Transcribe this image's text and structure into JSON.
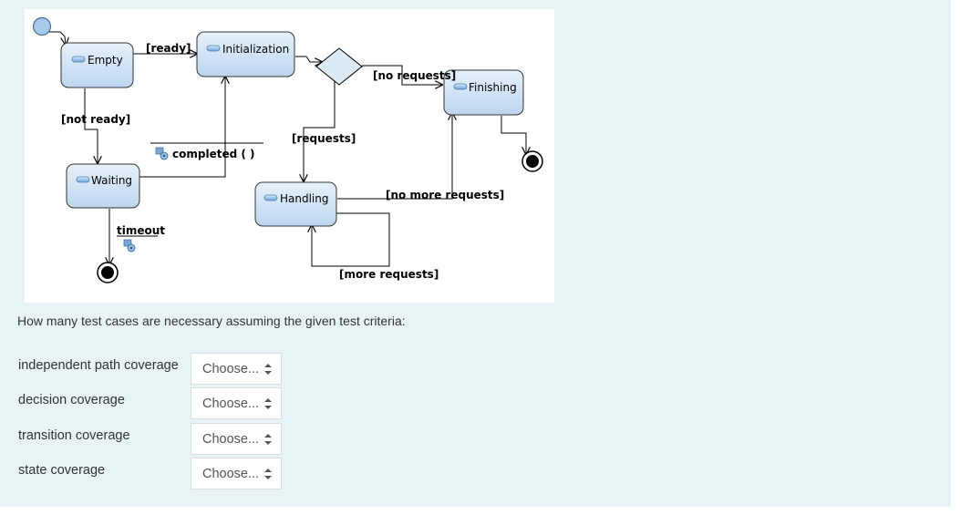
{
  "diagram": {
    "states": {
      "empty": "Empty",
      "initialization": "Initialization",
      "finishing": "Finishing",
      "waiting": "Waiting",
      "handling": "Handling"
    },
    "transitions": {
      "ready": "[ready]",
      "not_ready": "[not ready]",
      "no_requests": "[no requests]",
      "requests": "[requests]",
      "completed": "completed ( )",
      "no_more_requests": "[no more requests]",
      "timeout": "timeout",
      "more_requests": "[more requests]"
    }
  },
  "question": {
    "text": "How many test cases are necessary assuming the given test criteria:",
    "rows": [
      {
        "label": "independent path coverage",
        "value": "Choose..."
      },
      {
        "label": "decision coverage",
        "value": "Choose..."
      },
      {
        "label": "transition coverage",
        "value": "Choose..."
      },
      {
        "label": "state coverage",
        "value": "Choose..."
      }
    ]
  }
}
